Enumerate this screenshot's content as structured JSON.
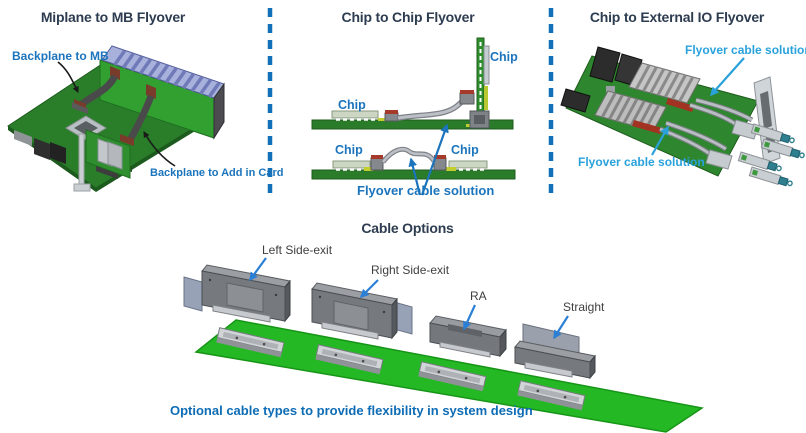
{
  "midplane": {
    "title": "Miplane to MB Flyover",
    "labels": {
      "backplane_to_mb": "Backplane to MB",
      "backplane_to_add_in_card": "Backplane to Add in Card"
    }
  },
  "chip_to_chip": {
    "title": "Chip to Chip Flyover",
    "chip_labels": [
      "Chip",
      "Chip",
      "Chip",
      "Chip"
    ],
    "flyover_label": "Flyover cable solution"
  },
  "chip_to_external_io": {
    "title": "Chip to External IO Flyover",
    "flyover_label_top": "Flyover cable solution",
    "flyover_label_bottom": "Flyover cable solution"
  },
  "cable_options": {
    "title": "Cable Options",
    "options": [
      {
        "label": "Left Side-exit"
      },
      {
        "label": "Right Side-exit"
      },
      {
        "label": "RA"
      },
      {
        "label": "Straight"
      }
    ],
    "caption": "Optional cable types to provide flexibility in system design"
  },
  "colors": {
    "title_text": "#2d3c50",
    "label_blue": "#1b74bc",
    "label_light_blue": "#29a2dc",
    "arrow_blue": "#2b7fd4",
    "caption_blue": "#0e6cb5",
    "divider_blue": "#1270b8",
    "bright_board_green": "#25b825",
    "pcb_green": "#2a7c2a",
    "fin_blue": "#a8b0dc",
    "option_label_gray": "#3f3f3f"
  }
}
